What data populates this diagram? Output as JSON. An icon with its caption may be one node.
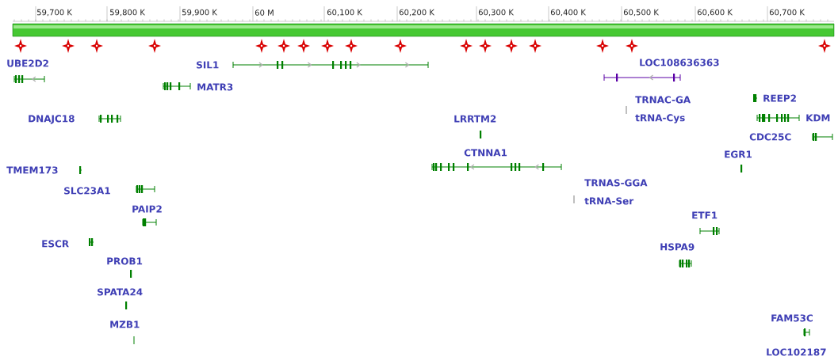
{
  "diagram": {
    "labels": [
      "59,700 K",
      "59,800 K",
      "59,900 K",
      "60 M",
      "60,100 K",
      "60,200 K",
      "60,300 K",
      "60,400 K",
      "60,500 K",
      "60,600 K",
      "60,700 K",
      "UBE2D2",
      "SIL1",
      "LOC108636363",
      "MATR3",
      "TRNAC-GA",
      "REEP2",
      "DNAJC18",
      "LRRTM2",
      "tRNA-Cys",
      "KDM",
      "CDC25C",
      "CTNNA1",
      "EGR1",
      "TMEM173",
      "TRNAS-GGA",
      "SLC23A1",
      "tRNA-Ser",
      "PAIP2",
      "ETF1",
      "ESCR",
      "HSPA9",
      "PROB1",
      "SPATA24",
      "MZB1",
      "FAM53C",
      "LOC102187"
    ]
  }
}
